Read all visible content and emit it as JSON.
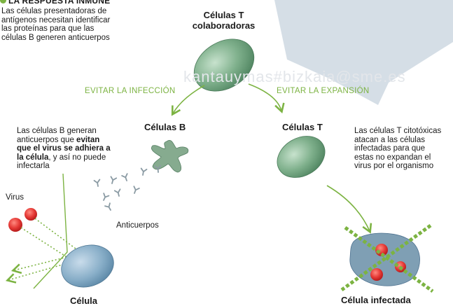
{
  "title": "LA RESPUESTA INMUNE",
  "intro": [
    "Las células presentadoras de",
    "antígenos necesitan identificar",
    "las proteínas para que las",
    "células B generen anticuerpos"
  ],
  "watermark": "kantauymas#bizkaia@sme.es",
  "nodes": {
    "t_helper": [
      "Células T",
      "colaboradoras"
    ],
    "b_cells": "Células B",
    "t_cells": "Células T",
    "virus": "Virus",
    "antibodies": "Anticuerpos",
    "cell": "Célula",
    "infected_cell": "Célula infectada"
  },
  "arrows": {
    "left": "EVITAR LA INFECCIÓN",
    "right": "EVITAR LA EXPANSIÓN"
  },
  "b_text": {
    "line1": "Las células B generan",
    "line2_pre": "anticuerpos que ",
    "line2_bold": "evitan",
    "line3_bold": "que el virus se adhiera a",
    "line4_bold": "la célula",
    "line4_post": ", y así no puede",
    "line5": "infectarla"
  },
  "t_text": [
    "Las células T citotóxicas",
    "atacan a las células",
    "infectadas para que",
    "estas no expandan el",
    "virus por el organismo"
  ],
  "colors": {
    "accent_green": "#7cb342",
    "cell_green": "#6fa07a",
    "virus_red": "#e53935",
    "cell_blue": "#7ea6bf",
    "pale_shape": "#d5dee6"
  }
}
